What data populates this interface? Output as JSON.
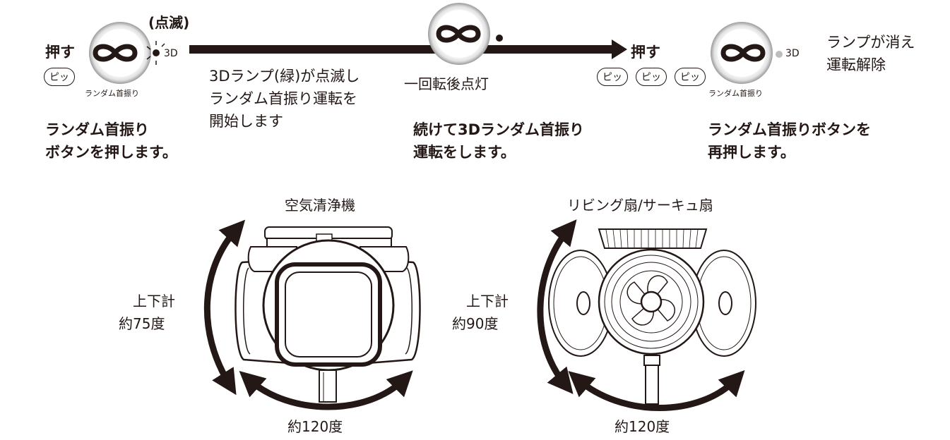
{
  "steps": [
    {
      "press_label": "押す",
      "beep": [
        "ピッ"
      ],
      "blink_label": "(点滅)",
      "lamp_label": "3D",
      "button_caption": "ランダム首振り",
      "lamp_note": [
        "3Dランプ(緑)が点滅し",
        "ランダム首振り運転を",
        "開始します"
      ],
      "description": [
        "ランダム首振り",
        "ボタンを押します。"
      ]
    },
    {
      "lamp_note": [
        "一回転後点灯"
      ],
      "description": [
        "続けて3Dランダム首振り",
        "運転をします。"
      ]
    },
    {
      "press_label": "押す",
      "beep": [
        "ピッ",
        "ピッ",
        "ピッ"
      ],
      "lamp_label": "3D",
      "button_caption": "ランダム首振り",
      "lamp_note": [
        "ランプが消え",
        "運転解除"
      ],
      "description": [
        "ランダム首振りボタンを",
        "再押します。"
      ]
    }
  ],
  "devices": [
    {
      "title": "空気清浄機",
      "vertical": [
        "上下計",
        "約75度"
      ],
      "horizontal": "約120度"
    },
    {
      "title": "リビング扇/サーキュ扇",
      "vertical": [
        "上下計",
        "約90度"
      ],
      "horizontal": "約120度"
    }
  ]
}
